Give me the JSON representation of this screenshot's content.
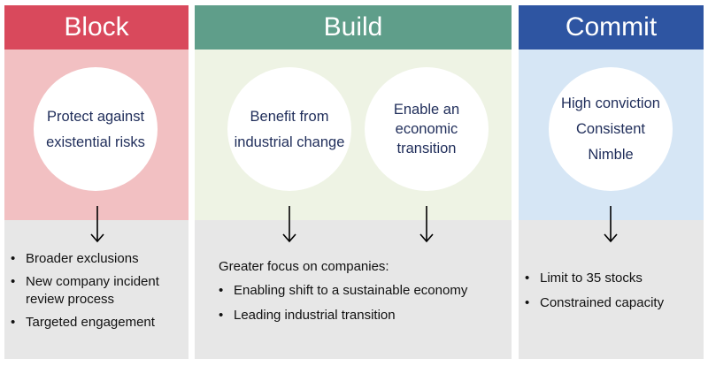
{
  "columns": [
    {
      "header": "Block",
      "colors": {
        "header": "#d9495c",
        "middle": "#f2c0c2"
      },
      "circles": [
        {
          "lines": [
            "Protect against",
            "existential risks"
          ]
        }
      ],
      "bullets": [
        "Broader exclusions",
        "New company incident review process",
        "Targeted engagement"
      ]
    },
    {
      "header": "Build",
      "colors": {
        "header": "#5f9e8a",
        "middle": "#eef3e4"
      },
      "circles": [
        {
          "lines": [
            "Benefit from",
            "industrial change"
          ]
        },
        {
          "lines": [
            "Enable an",
            "economic",
            "transition"
          ]
        }
      ],
      "focus_title": "Greater focus on companies:",
      "bullets": [
        "Enabling shift to a sustainable economy",
        "Leading industrial transition"
      ]
    },
    {
      "header": "Commit",
      "colors": {
        "header": "#2e55a2",
        "middle": "#d6e6f5"
      },
      "circles": [
        {
          "lines": [
            "High conviction",
            "Consistent",
            "Nimble"
          ]
        }
      ],
      "bullets": [
        "Limit to 35 stocks",
        "Constrained capacity"
      ]
    }
  ]
}
